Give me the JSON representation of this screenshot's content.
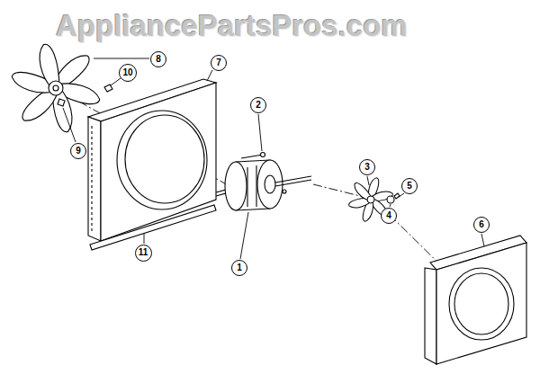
{
  "diagram": {
    "nodes": [
      {
        "text": [
          "8"
        ]
      },
      {
        "text": [
          "7"
        ]
      },
      {
        "text": [
          "10"
        ]
      },
      {
        "text": [
          "2"
        ]
      },
      {
        "text": [
          "9"
        ]
      },
      {
        "text": [
          "3"
        ]
      },
      {
        "text": [
          "5"
        ]
      },
      {
        "text": [
          "4"
        ]
      },
      {
        "text": [
          "6"
        ]
      },
      {
        "text": [
          "1"
        ]
      },
      {
        "text": [
          "11"
        ]
      }
    ],
    "labels": [
      "AppliancePartsPros.com"
    ]
  }
}
